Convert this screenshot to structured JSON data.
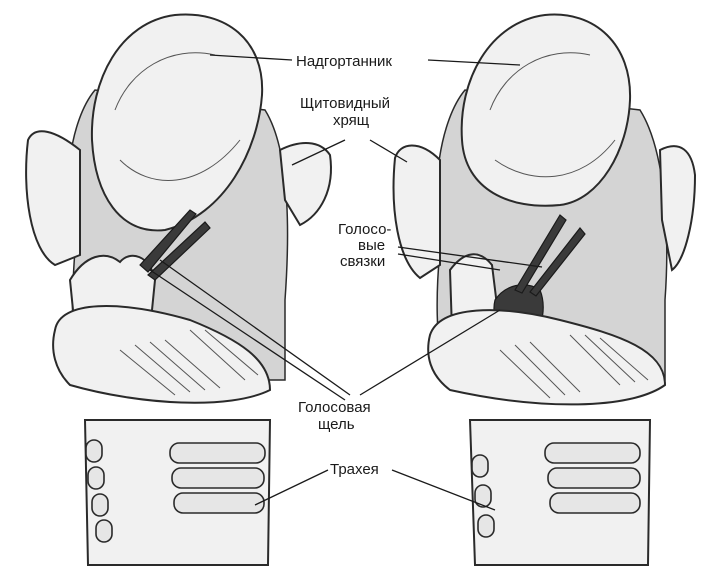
{
  "labels": {
    "epiglottis": "Надгортанник",
    "thyroid_line1": "Щитовидный",
    "thyroid_line2": "хрящ",
    "vocal_cords_line1": "Голосо-",
    "vocal_cords_line2": "вые",
    "vocal_cords_line3": "связки",
    "glottis_line1": "Голосовая",
    "glottis_line2": "щель",
    "trachea": "Трахея"
  }
}
